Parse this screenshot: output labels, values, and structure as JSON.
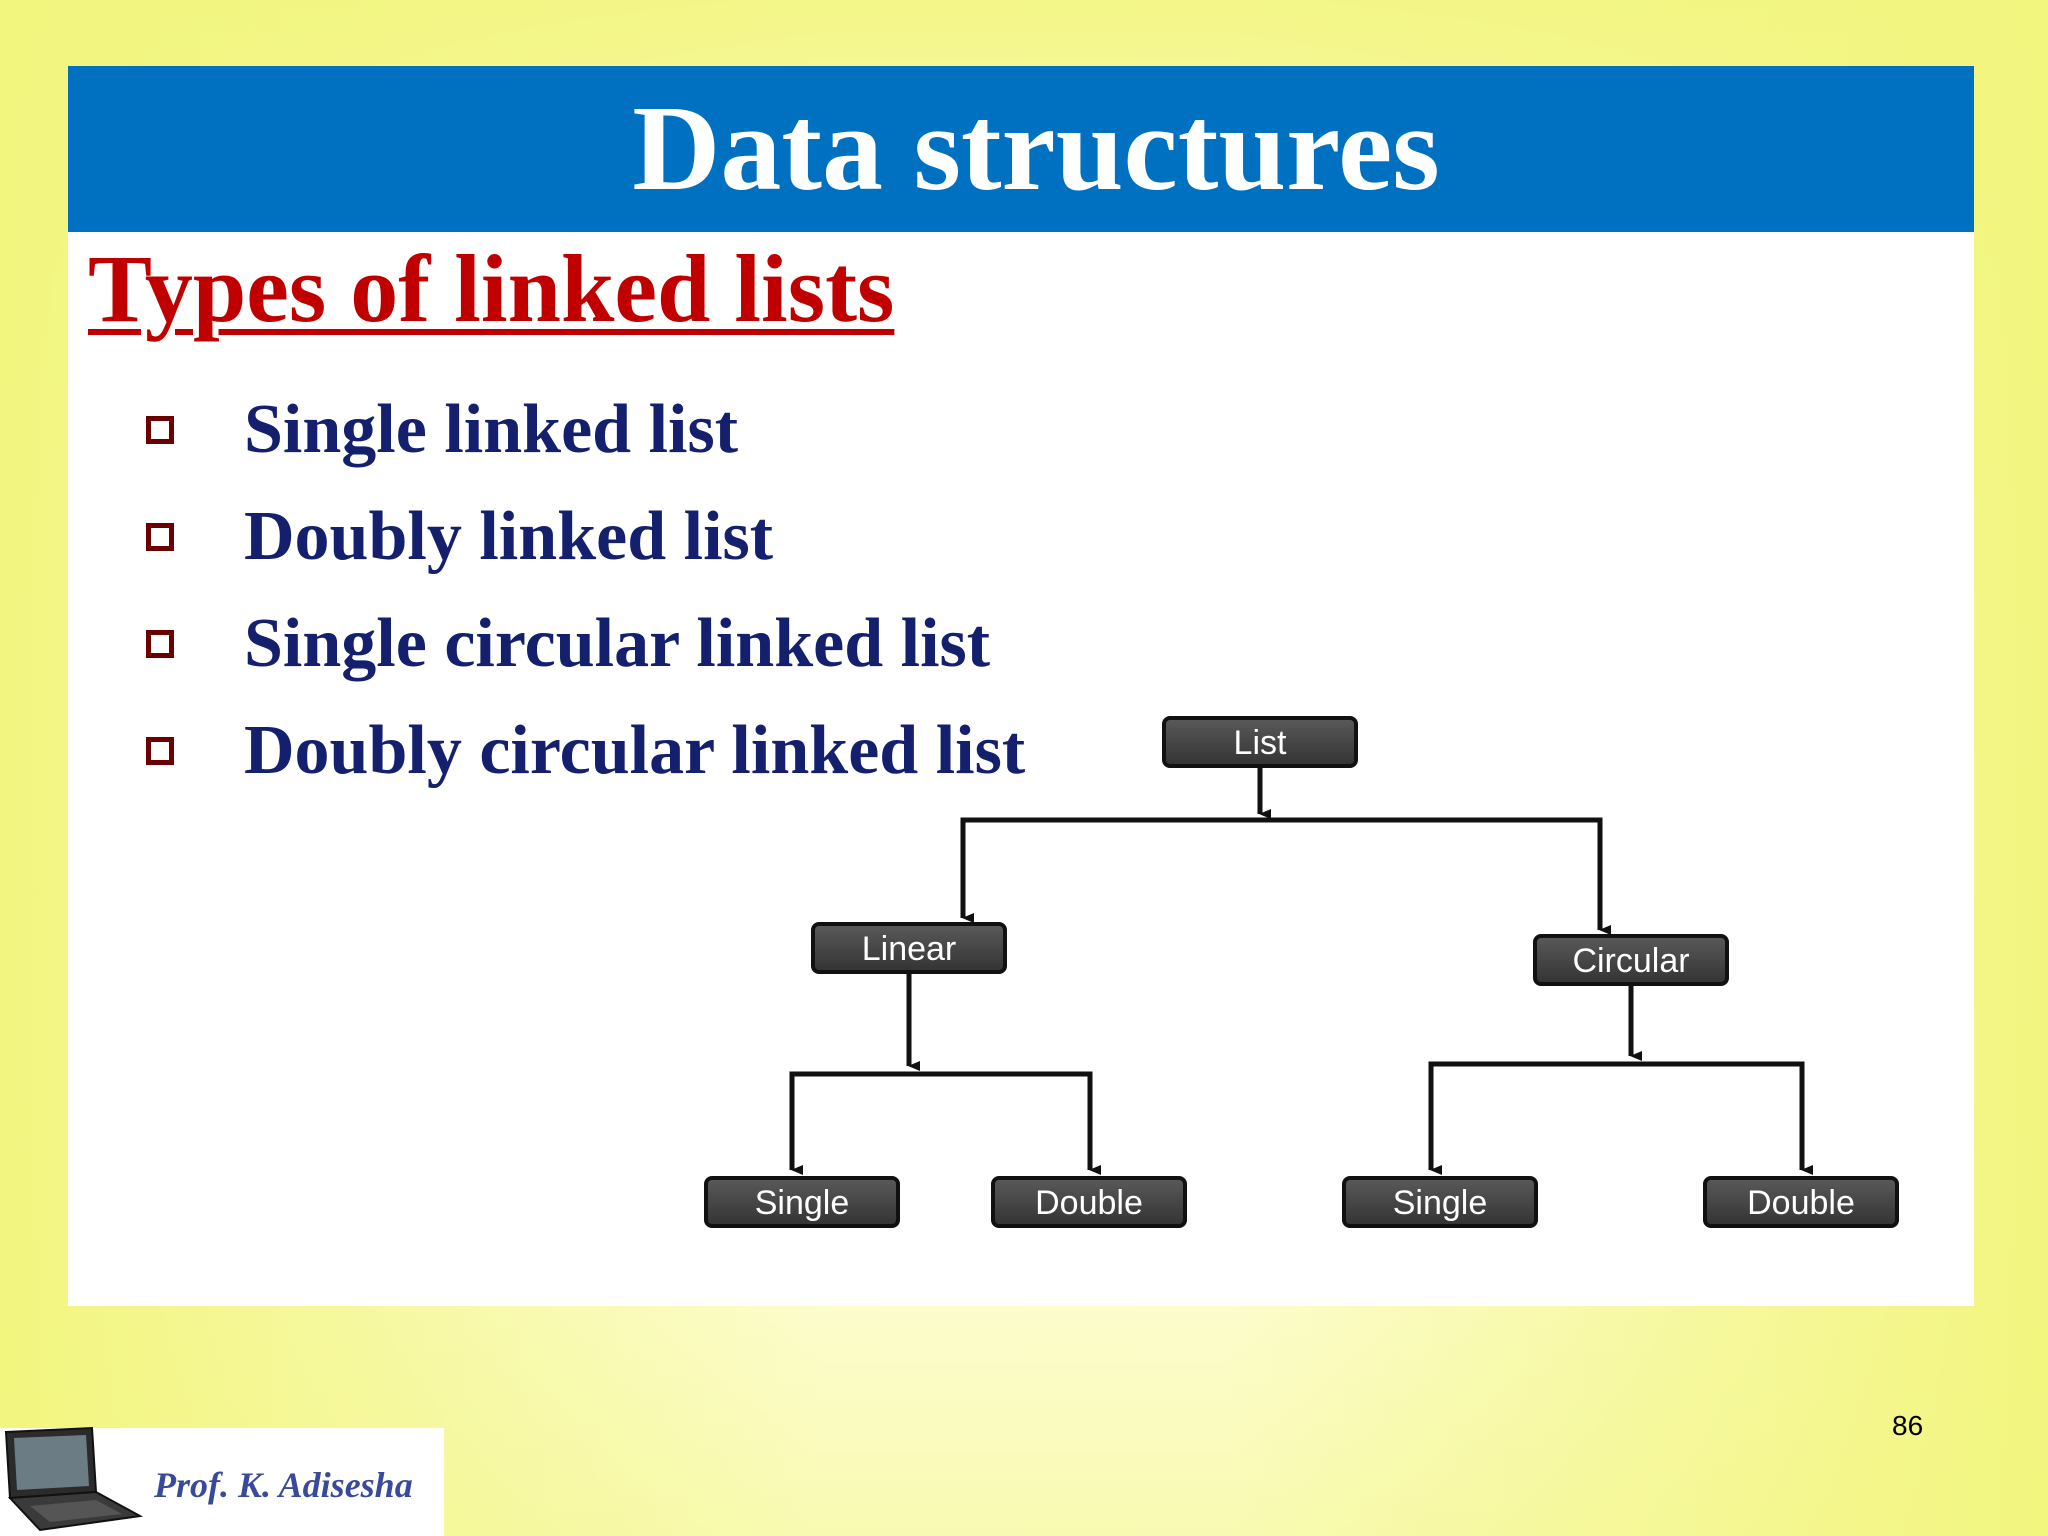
{
  "slide": {
    "title": "Data structures",
    "subtitle": "Types of linked lists",
    "bullets": [
      "Single linked list",
      "Doubly linked list",
      "Single circular linked list",
      "Doubly circular linked list"
    ],
    "page_number": "86",
    "author": "Prof. K. Adisesha"
  },
  "tree": {
    "root": "List",
    "left": "Linear",
    "right": "Circular",
    "left_children": [
      "Single",
      "Double"
    ],
    "right_children": [
      "Single",
      "Double"
    ]
  },
  "colors": {
    "title_bar": "#0070c0",
    "subtitle": "#c00000",
    "bullet_text": "#14206e",
    "node_fill": "#4a4a4a"
  }
}
